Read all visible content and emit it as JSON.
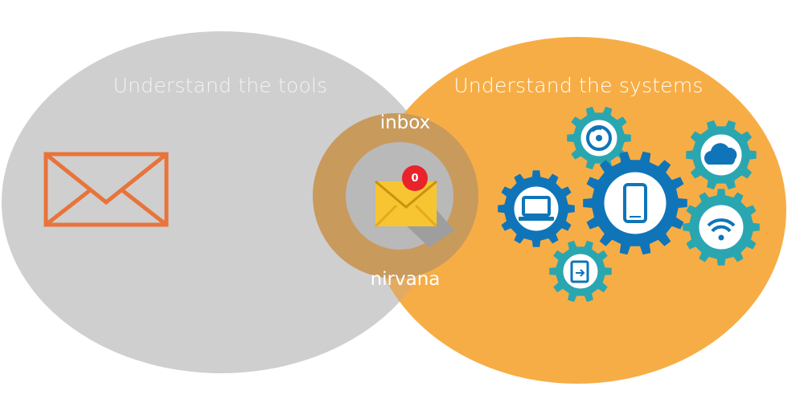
{
  "diagram": {
    "left_circle": {
      "title": "Understand the tools",
      "fill": "#cfcfcf",
      "icon": "envelope-outline-icon",
      "icon_color": "#e8743b"
    },
    "right_circle": {
      "title": "Understand the systems",
      "fill": "#f7ad45",
      "icons": [
        "cd-icon",
        "cloud-icon",
        "laptop-icon",
        "smartphone-icon",
        "wifi-icon",
        "document-icon"
      ],
      "gear_color": "#0f75b8",
      "gear_ring_color": "#2aa6b1"
    },
    "intersection": {
      "top_label": "inbox",
      "bottom_label": "nirvana",
      "fill": "#c89a5c",
      "icon": "mail-notification-icon",
      "badge_count": "0",
      "badge_color": "#e8232b",
      "envelope_color": "#f7c531"
    }
  }
}
